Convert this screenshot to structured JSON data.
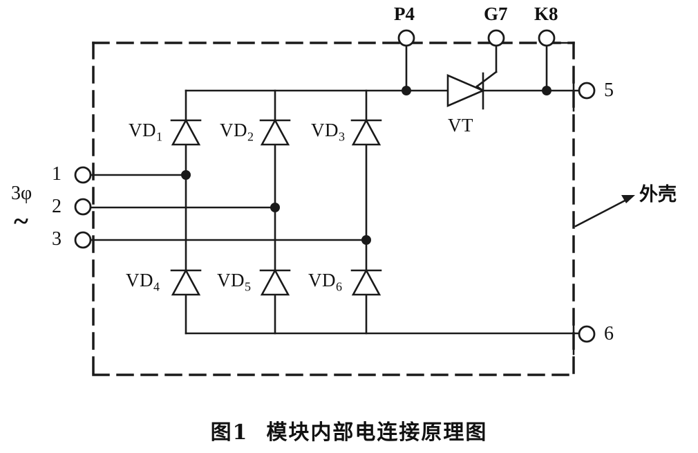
{
  "figure": {
    "caption_number": "图1",
    "caption_text": "模块内部电连接原理图"
  },
  "enclosure": {
    "label": "外壳",
    "style": "dashed",
    "color": "#1a1a1a"
  },
  "source": {
    "phase_label": "3φ",
    "ac_symbol": "~"
  },
  "terminals": {
    "ac_inputs": [
      {
        "id": "1",
        "label": "1"
      },
      {
        "id": "2",
        "label": "2"
      },
      {
        "id": "3",
        "label": "3"
      }
    ],
    "top": [
      {
        "id": "P4",
        "label": "P4"
      },
      {
        "id": "G7",
        "label": "G7"
      },
      {
        "id": "K8",
        "label": "K8"
      }
    ],
    "right": [
      {
        "id": "5",
        "label": "5"
      },
      {
        "id": "6",
        "label": "6"
      }
    ]
  },
  "components": {
    "diodes_top": [
      {
        "name": "VD",
        "sub": "1"
      },
      {
        "name": "VD",
        "sub": "2"
      },
      {
        "name": "VD",
        "sub": "3"
      }
    ],
    "diodes_bottom": [
      {
        "name": "VD",
        "sub": "4"
      },
      {
        "name": "VD",
        "sub": "5"
      },
      {
        "name": "VD",
        "sub": "6"
      }
    ],
    "thyristor": {
      "label": "VT"
    }
  },
  "colors": {
    "line": "#1a1a1a",
    "background": "#ffffff"
  }
}
